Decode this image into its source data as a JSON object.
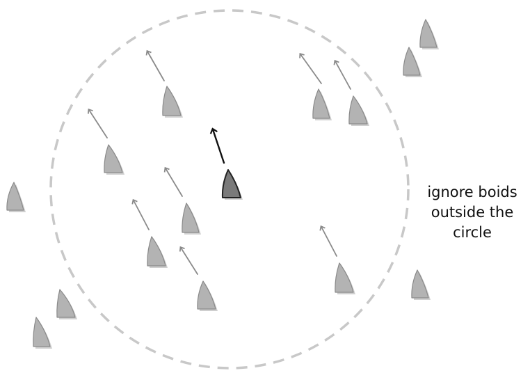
{
  "caption": {
    "lines": [
      "ignore boids",
      "outside the",
      "circle"
    ]
  },
  "colors": {
    "circle": "#c8c8c8",
    "boid_fill": "#b3b3b3",
    "boid_shadow": "#cfcfcf",
    "boid_outline": "#8a8a8a",
    "focus_boid_fill": "#7a7a7a",
    "focus_boid_outline": "#222222",
    "arrow": "#8a8a8a",
    "focus_arrow": "#111111"
  },
  "icons": {
    "boid": "boid-icon",
    "focus_boid": "focus-boid-icon",
    "arrow": "heading-arrow-icon",
    "boundary": "neighborhood-circle"
  }
}
